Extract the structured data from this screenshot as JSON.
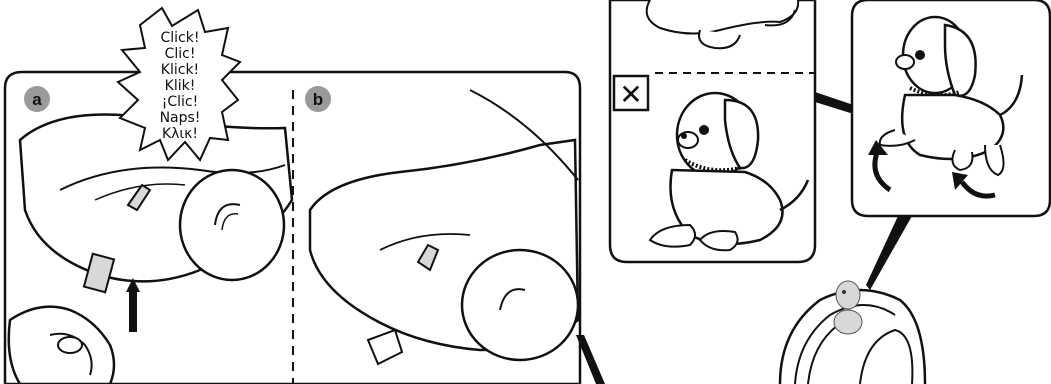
{
  "panels": {
    "a": {
      "label": "a"
    },
    "b": {
      "label": "b"
    }
  },
  "sound_burst": {
    "lines": [
      "Click!",
      "Clic!",
      "Klick!",
      "Klik!",
      "¡Clic!",
      "Naps!",
      "Κλικ!"
    ]
  },
  "wrong_mark": "✕",
  "colors": {
    "outline": "#111111",
    "badge_fill": "#9a9a9a",
    "toy_fill": "#d8d8d8",
    "background": "#ffffff"
  },
  "icons": [
    "arrow-up-icon",
    "rotate-arrow-icon",
    "cross-icon"
  ]
}
